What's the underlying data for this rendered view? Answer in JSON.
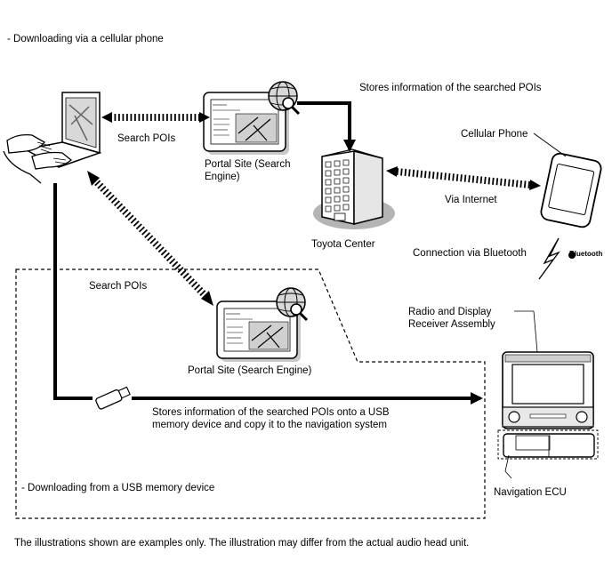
{
  "header": {
    "cellular_caption": "- Downloading via a cellular phone"
  },
  "labels": {
    "stores_info": "Stores information of the searched POIs",
    "search_pois_top": "Search POIs",
    "portal_top": "Portal Site (Search Engine)",
    "cellular_phone": "Cellular Phone",
    "via_internet": "Via Internet",
    "toyota_center": "Toyota Center",
    "connection_bluetooth": "Connection via Bluetooth",
    "bluetooth_logo": "Bluetooth",
    "search_pois_mid": "Search POIs",
    "portal_mid": "Portal Site (Search Engine)",
    "radio_display": "Radio and Display Receiver Assembly",
    "usb_store": "Stores information of the searched POIs onto a USB memory device and copy it to the navigation system",
    "navigation_ecu": "Navigation ECU",
    "usb_caption": "- Downloading from a USB memory device"
  },
  "footer": {
    "note": "The illustrations shown are examples only. The illustration may differ from the actual audio head unit."
  },
  "colors": {
    "ink": "#000000",
    "shadow": "#b4b4b4",
    "paper": "#ffffff"
  }
}
